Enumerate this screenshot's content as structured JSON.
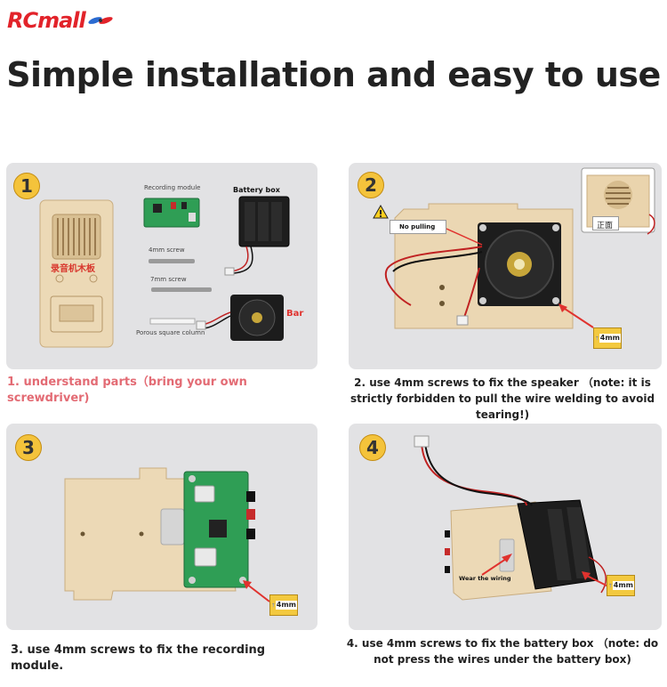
{
  "brand": {
    "logo_text": "RCmall"
  },
  "headline": "Simple installation and easy to use",
  "steps": [
    {
      "number": "1",
      "caption": "1. understand parts（bring your own screwdriver)",
      "labels": {
        "recording_module": "Recording module",
        "battery_box": "Battery box",
        "screw_4mm": "4mm screw",
        "screw_7mm": "7mm screw",
        "porous_column": "Porous square column",
        "bar": "Bar",
        "board_text": "录音机木板"
      }
    },
    {
      "number": "2",
      "caption": "2. use 4mm screws to fix the speaker （note: it is strictly forbidden to pull the wire welding to avoid tearing!)",
      "labels": {
        "no_pulling": "No pulling",
        "front": "正面",
        "screw_size": "4mm"
      }
    },
    {
      "number": "3",
      "caption": "3. use 4mm screws to fix the recording module.",
      "labels": {
        "screw_size": "4mm"
      }
    },
    {
      "number": "4",
      "caption": "4. use 4mm screws to fix the battery box （note: do not press the wires under the battery box)",
      "labels": {
        "wear_wiring": "Wear the wiring",
        "screw_size": "4mm"
      }
    }
  ],
  "colors": {
    "brand_red": "#e2232a",
    "caption_pink": "#e36b74",
    "badge_yellow": "#f4c33b",
    "panel_gray": "#e2e2e4",
    "wood": "#e9d6b4"
  }
}
